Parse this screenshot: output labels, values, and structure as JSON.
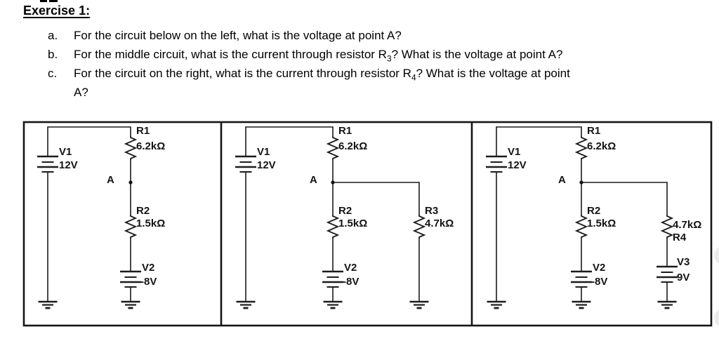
{
  "header": {
    "title": "Exercise 1:",
    "questions": [
      {
        "label": "a.",
        "pre": "For the circuit below on the left, what is the voltage at point A?",
        "sub": "",
        "post": ""
      },
      {
        "label": "b.",
        "pre": "For the middle circuit, what is the current through resistor R",
        "sub": "3",
        "post": "? What is the voltage at point A?"
      },
      {
        "label": "c.",
        "pre": "For the circuit on the right, what is the current through resistor R",
        "sub": "4",
        "post": "? What is the voltage at point",
        "line2": "A?"
      }
    ]
  },
  "circuits": [
    {
      "id": "left",
      "v1": {
        "name": "V1",
        "value": "12V"
      },
      "r1": {
        "name": "R1",
        "value": "6.2kΩ"
      },
      "node": "A",
      "r2": {
        "name": "R2",
        "value": "1.5kΩ"
      },
      "v2": {
        "name": "V2",
        "value": "-8V"
      }
    },
    {
      "id": "middle",
      "v1": {
        "name": "V1",
        "value": "12V"
      },
      "r1": {
        "name": "R1",
        "value": "6.2kΩ"
      },
      "node": "A",
      "r2": {
        "name": "R2",
        "value": "1.5kΩ"
      },
      "r3": {
        "name": "R3",
        "value": "4.7kΩ"
      },
      "v2": {
        "name": "V2",
        "value": "-8V"
      }
    },
    {
      "id": "right",
      "v1": {
        "name": "V1",
        "value": "12V"
      },
      "r1": {
        "name": "R1",
        "value": "6.2kΩ"
      },
      "node": "A",
      "r2": {
        "name": "R2",
        "value": "1.5kΩ"
      },
      "r4": {
        "name": "R4",
        "value": "4.7kΩ"
      },
      "v2": {
        "name": "V2",
        "value": "-8V"
      },
      "v3": {
        "name": "V3",
        "value": "9V"
      }
    }
  ]
}
